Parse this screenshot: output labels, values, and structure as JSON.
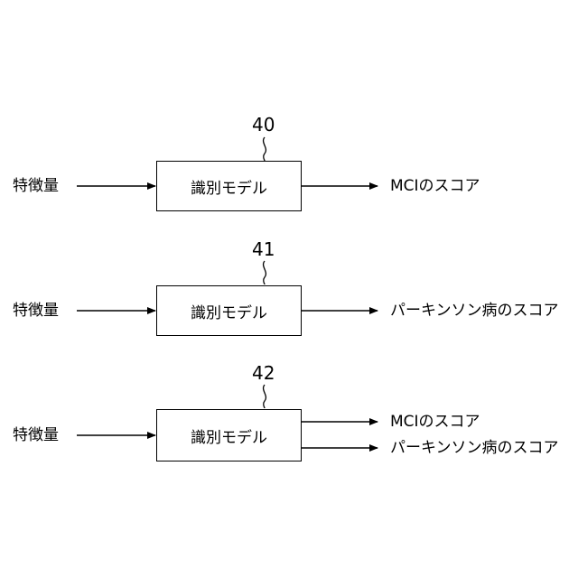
{
  "diagrams": [
    {
      "ref": "40",
      "input_label": "特徴量",
      "model_label": "識別モデル",
      "outputs": [
        "MCIのスコア"
      ]
    },
    {
      "ref": "41",
      "input_label": "特徴量",
      "model_label": "識別モデル",
      "outputs": [
        "パーキンソン病のスコア"
      ]
    },
    {
      "ref": "42",
      "input_label": "特徴量",
      "model_label": "識別モデル",
      "outputs": [
        "MCIのスコア",
        "パーキンソン病のスコア"
      ]
    }
  ]
}
